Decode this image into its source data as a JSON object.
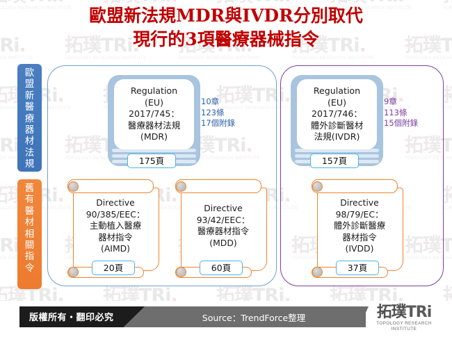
{
  "title": {
    "line1": "歐盟新法規MDR與IVDR分別取代",
    "line2": "現行的3項醫療器械指令",
    "color": "#c00000"
  },
  "sidebar": {
    "tabs": [
      {
        "id": "new-regulations",
        "label": "歐盟新醫療器材法規",
        "color": "#4379bd"
      },
      {
        "id": "old-directives",
        "label": "舊有醫材相關指令",
        "color": "#ef8136"
      }
    ]
  },
  "groups": {
    "left": {
      "name": "medical-device-group",
      "border_color": "#6f9fd8"
    },
    "right": {
      "name": "ivd-group",
      "border_color": "#7b3fa0"
    }
  },
  "regulations": [
    {
      "id": "mdr",
      "lines": [
        "Regulation",
        "(EU)",
        "2017/745：",
        "醫療器材法規",
        "(MDR)"
      ],
      "pages": "175頁",
      "annotations": [
        "10章",
        "123條",
        "17個附錄"
      ],
      "annotation_color": "#2d5fa8"
    },
    {
      "id": "ivdr",
      "lines": [
        "Regulation",
        "(EU)",
        "2017/746：",
        "體外診斷醫材",
        "法規(IVDR)"
      ],
      "pages": "157頁",
      "annotations": [
        "9章",
        "113條",
        "15個附錄"
      ],
      "annotation_color": "#7b3fa0"
    }
  ],
  "directives": [
    {
      "id": "aimd",
      "lines": [
        "Directive",
        "90/385/EEC：",
        "主動植入醫療",
        "器材指令",
        "(AIMD)"
      ],
      "pages": "20頁"
    },
    {
      "id": "mdd",
      "lines": [
        "Directive",
        "93/42/EEC：",
        "醫療器材指令",
        "(MDD)"
      ],
      "pages": "60頁"
    },
    {
      "id": "ivdd",
      "lines": [
        "Directive",
        "98/79/EC：",
        "體外診斷醫療",
        "器材指令",
        "(IVDD)"
      ],
      "pages": "37頁"
    }
  ],
  "footer": {
    "copyright": "版權所有・翻印必究",
    "source": "Source：TrendForce整理",
    "logo_cn": "拓璞",
    "logo_en": "TRi",
    "logo_sub": "TOPOLOGY RESEARCH INSTITUTE"
  },
  "watermark": {
    "cn": "拓璞",
    "en": "TRi",
    "sub": "TOPOLOGY RESEARCH INSTITUTE"
  }
}
